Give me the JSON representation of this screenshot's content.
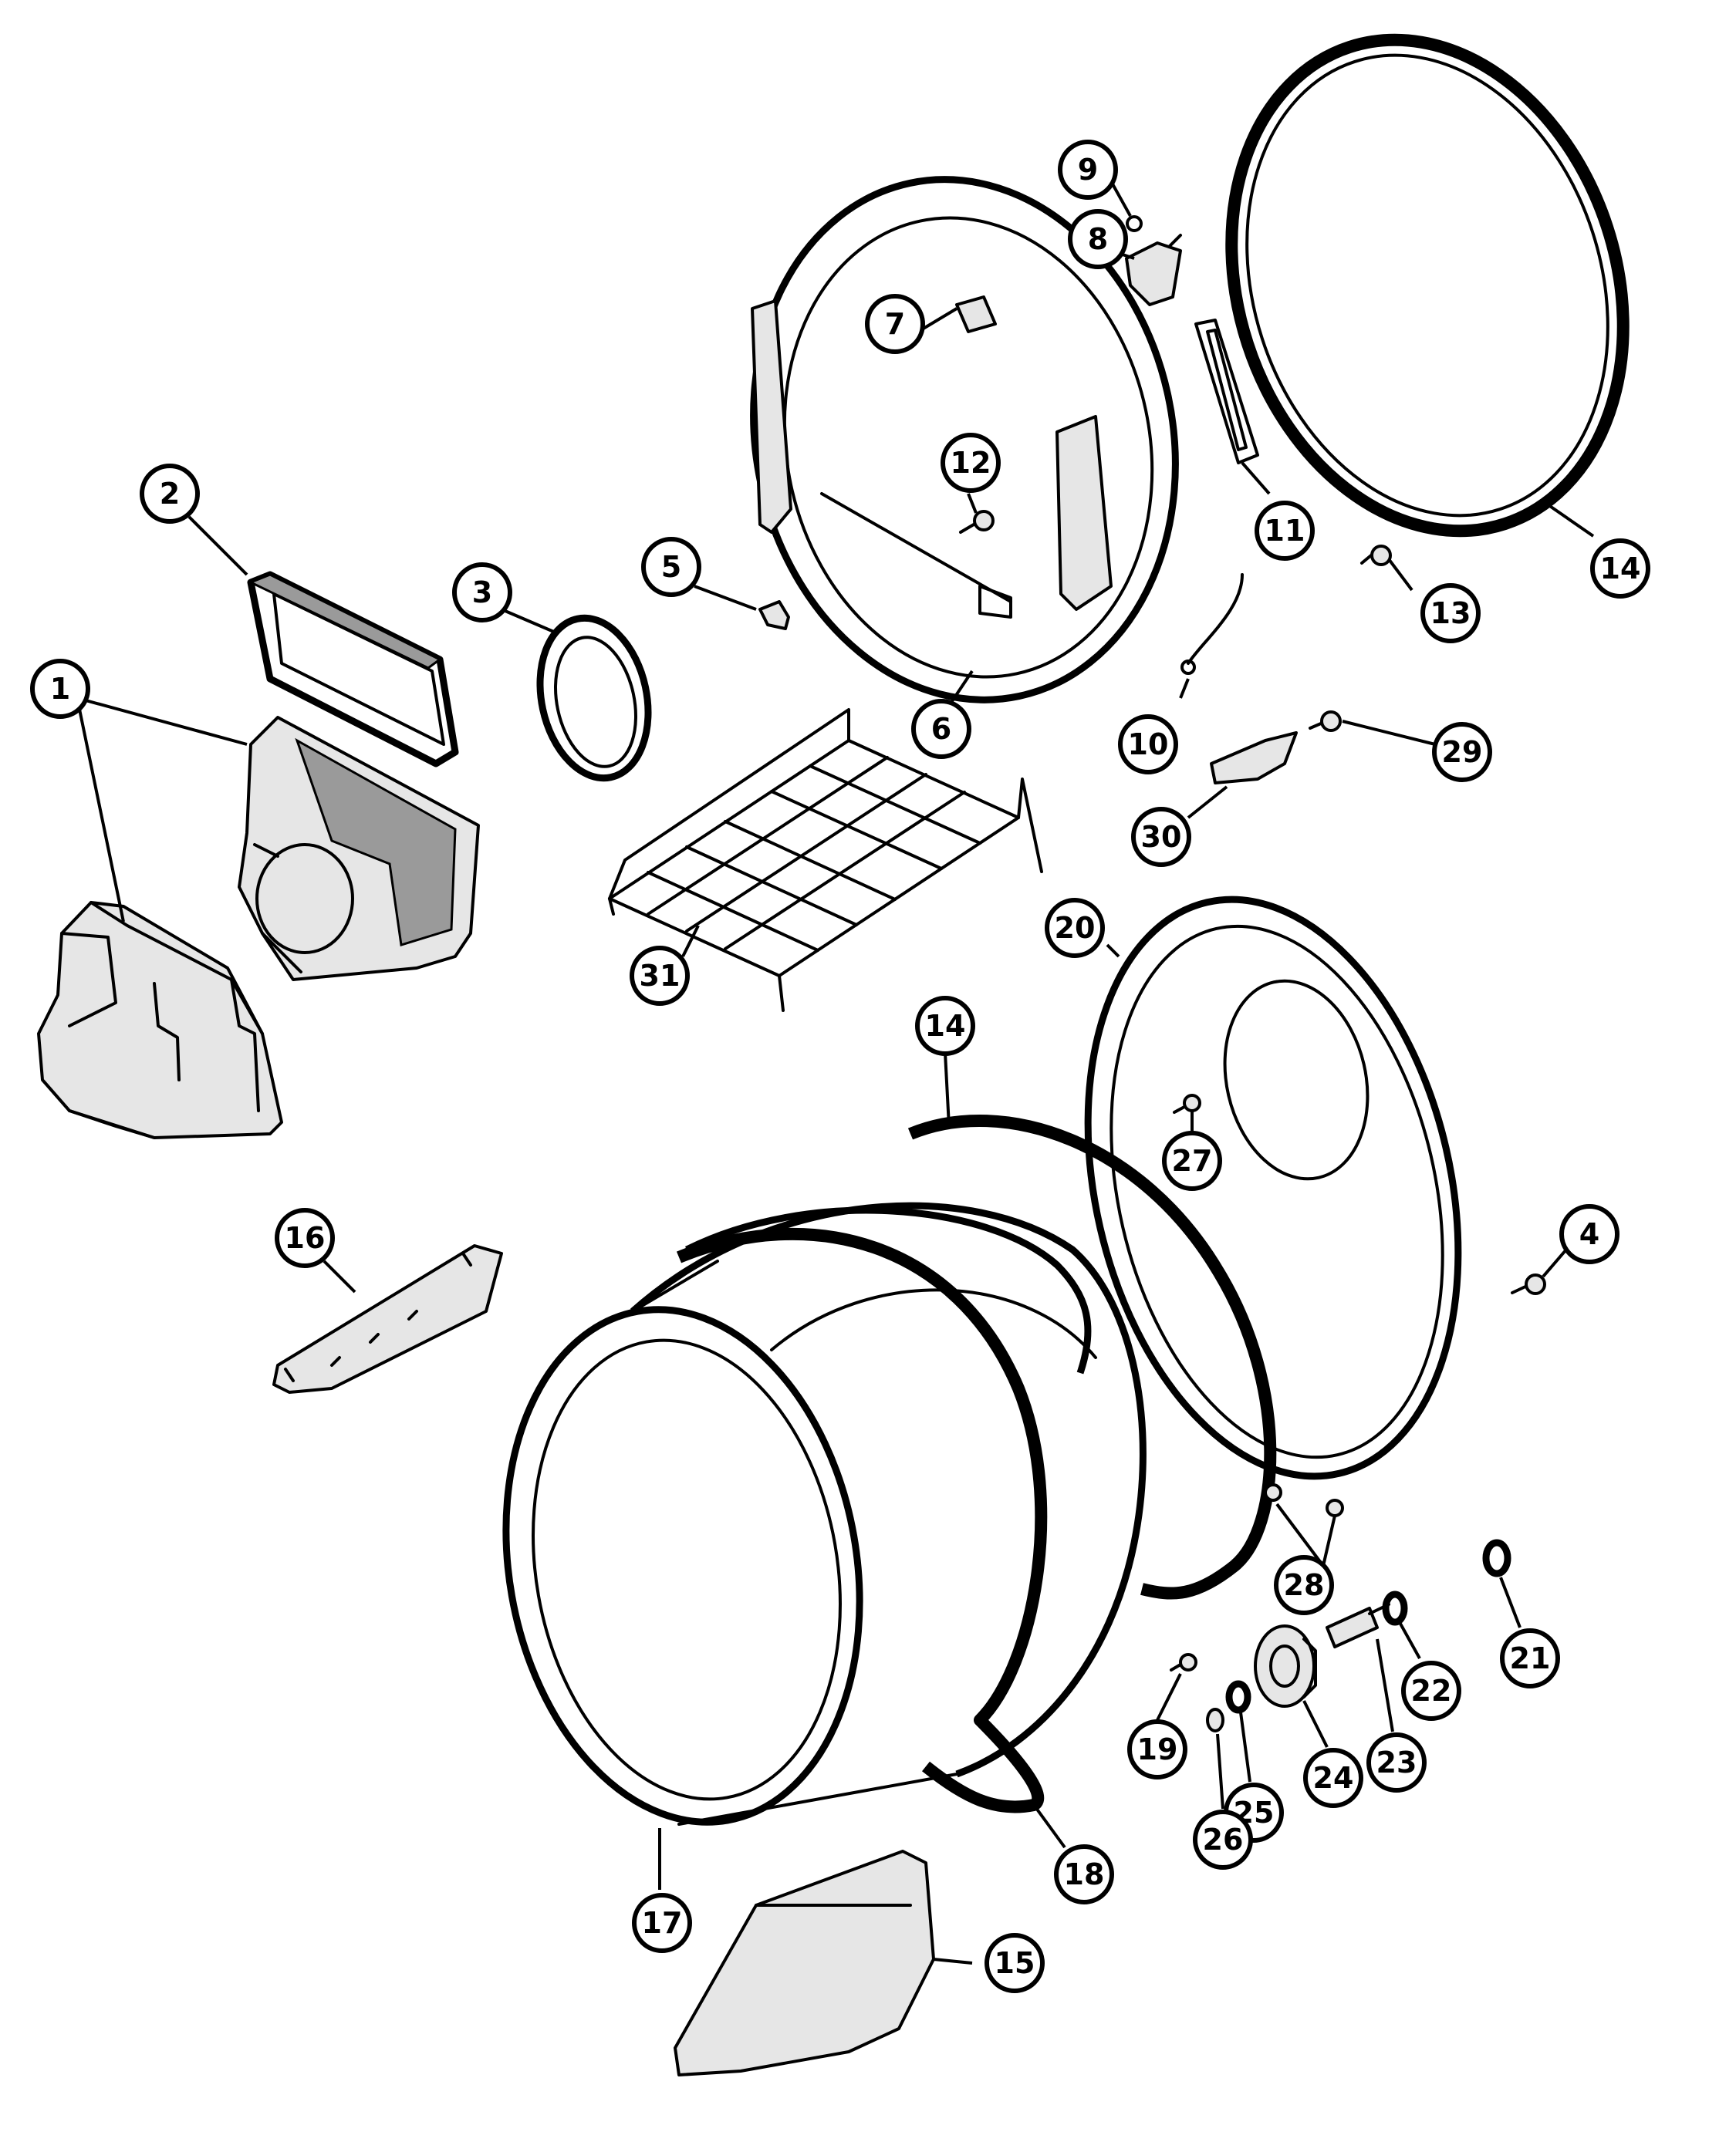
{
  "callouts": [
    {
      "id": "c1",
      "label": "1"
    },
    {
      "id": "c2",
      "label": "2"
    },
    {
      "id": "c3",
      "label": "3"
    },
    {
      "id": "c4",
      "label": "4"
    },
    {
      "id": "c5",
      "label": "5"
    },
    {
      "id": "c6",
      "label": "6"
    },
    {
      "id": "c7",
      "label": "7"
    },
    {
      "id": "c8",
      "label": "8"
    },
    {
      "id": "c9",
      "label": "9"
    },
    {
      "id": "c10",
      "label": "10"
    },
    {
      "id": "c11",
      "label": "11"
    },
    {
      "id": "c12",
      "label": "12"
    },
    {
      "id": "c13",
      "label": "13"
    },
    {
      "id": "c14a",
      "label": "14"
    },
    {
      "id": "c14b",
      "label": "14"
    },
    {
      "id": "c15",
      "label": "15"
    },
    {
      "id": "c16",
      "label": "16"
    },
    {
      "id": "c17",
      "label": "17"
    },
    {
      "id": "c18",
      "label": "18"
    },
    {
      "id": "c19",
      "label": "19"
    },
    {
      "id": "c20",
      "label": "20"
    },
    {
      "id": "c21",
      "label": "21"
    },
    {
      "id": "c22",
      "label": "22"
    },
    {
      "id": "c23",
      "label": "23"
    },
    {
      "id": "c24",
      "label": "24"
    },
    {
      "id": "c25",
      "label": "25"
    },
    {
      "id": "c26",
      "label": "26"
    },
    {
      "id": "c27",
      "label": "27"
    },
    {
      "id": "c28",
      "label": "28"
    },
    {
      "id": "c29",
      "label": "29"
    },
    {
      "id": "c30",
      "label": "30"
    },
    {
      "id": "c31",
      "label": "31"
    }
  ]
}
